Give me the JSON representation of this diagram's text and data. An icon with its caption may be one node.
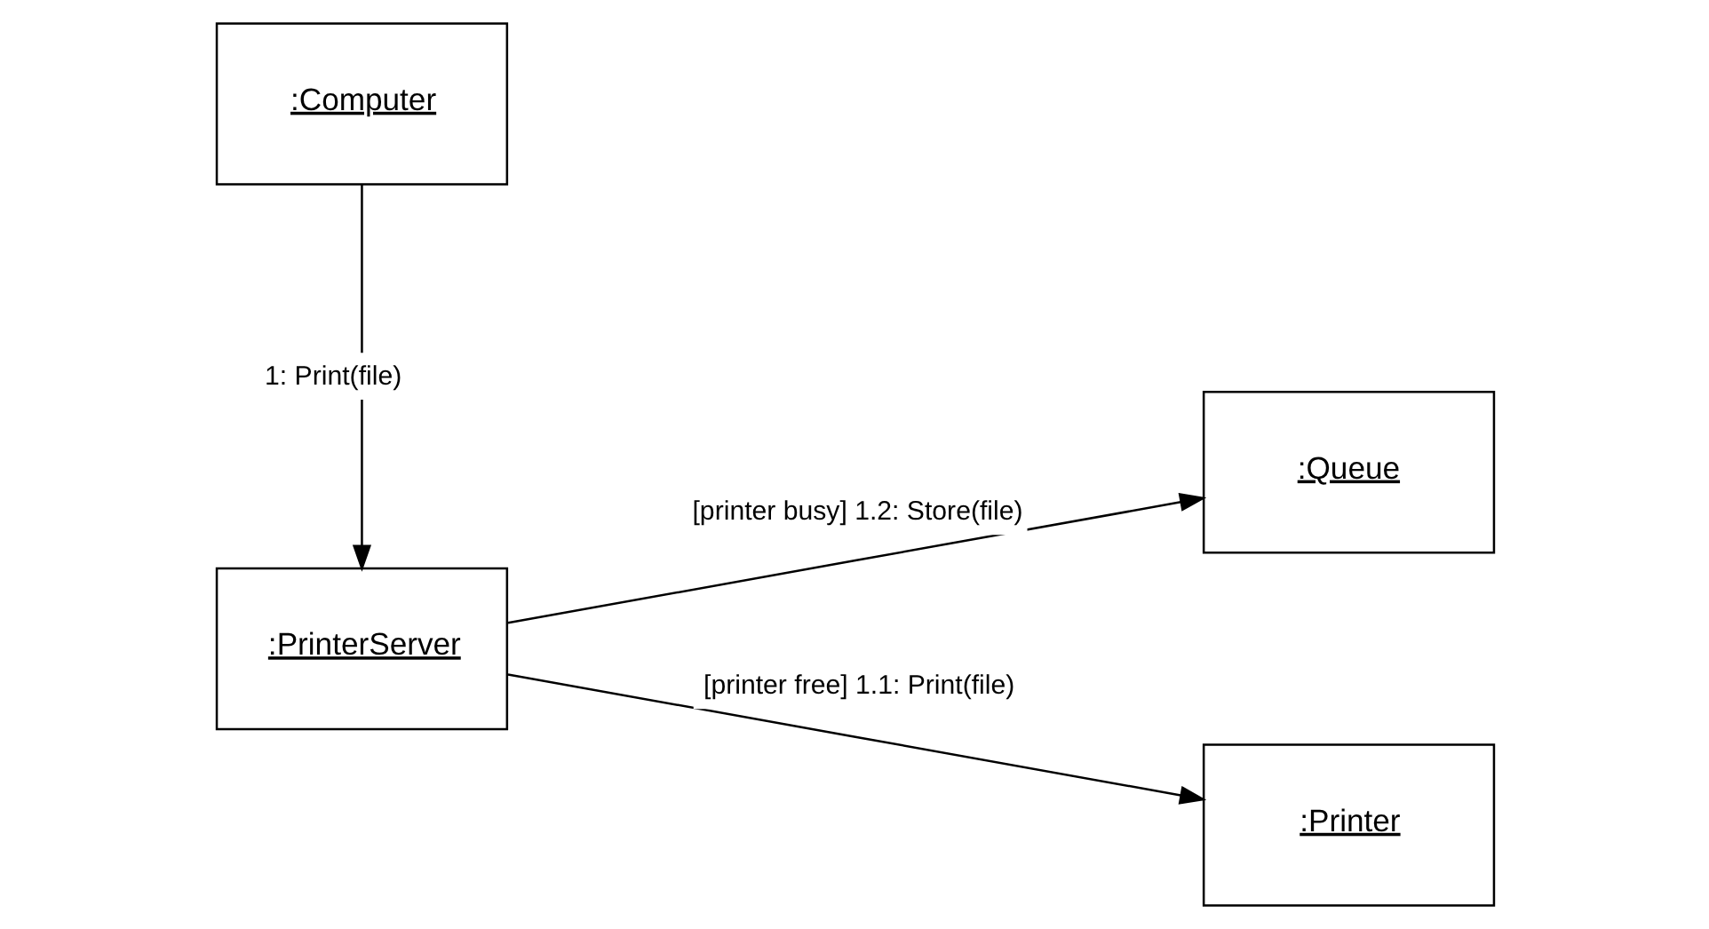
{
  "diagram": {
    "nodes": [
      {
        "text": [
          ":Computer"
        ]
      },
      {
        "text": [
          ":Queue"
        ]
      },
      {
        "text": [
          ":PrinterServer"
        ]
      },
      {
        "text": [
          ":Printer"
        ]
      }
    ],
    "edges": [
      {
        "from": 0,
        "to": 2,
        "arrow": "to",
        "label": "1: Print(file)"
      },
      {
        "from": 2,
        "to": 1,
        "arrow": "to",
        "label": "[printer busy] 1.2: Store(file)"
      },
      {
        "from": 2,
        "to": 3,
        "arrow": "to",
        "label": "[printer free] 1.1: Print(file)"
      }
    ]
  }
}
